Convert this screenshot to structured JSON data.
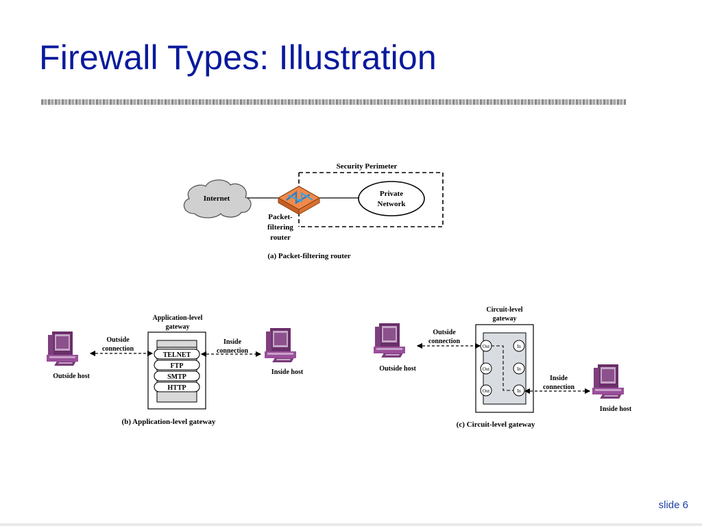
{
  "slide": {
    "title": "Firewall Types: Illustration",
    "slide_number": "slide 6"
  },
  "packet_filter": {
    "perimeter_label": "Security Perimeter",
    "internet_label": "Internet",
    "private_line1": "Private",
    "private_line2": "Network",
    "router_line1": "Packet-",
    "router_line2": "filtering",
    "router_line3": "router",
    "caption": "(a) Packet-filtering router"
  },
  "app_gateway": {
    "gateway_line1": "Application-level",
    "gateway_line2": "gateway",
    "outside_conn_line1": "Outside",
    "outside_conn_line2": "connection",
    "inside_conn_line1": "Inside",
    "inside_conn_line2": "connection",
    "outside_host": "Outside host",
    "inside_host": "Inside host",
    "services": [
      "TELNET",
      "FTP",
      "SMTP",
      "HTTP"
    ],
    "caption": "(b) Application-level gateway"
  },
  "circuit_gateway": {
    "gateway_line1": "Circuit-level",
    "gateway_line2": "gateway",
    "outside_conn_line1": "Outside",
    "outside_conn_line2": "connection",
    "inside_conn_line1": "Inside",
    "inside_conn_line2": "connection",
    "outside_host": "Outside host",
    "inside_host": "Inside host",
    "out_label": "Out",
    "in_label": "In",
    "caption": "(c) Circuit-level gateway"
  },
  "colors": {
    "title": "#0a1a9c",
    "router": "#f08a4b",
    "computer": "#9a4f9a",
    "slide_number": "#1b3ea8"
  }
}
